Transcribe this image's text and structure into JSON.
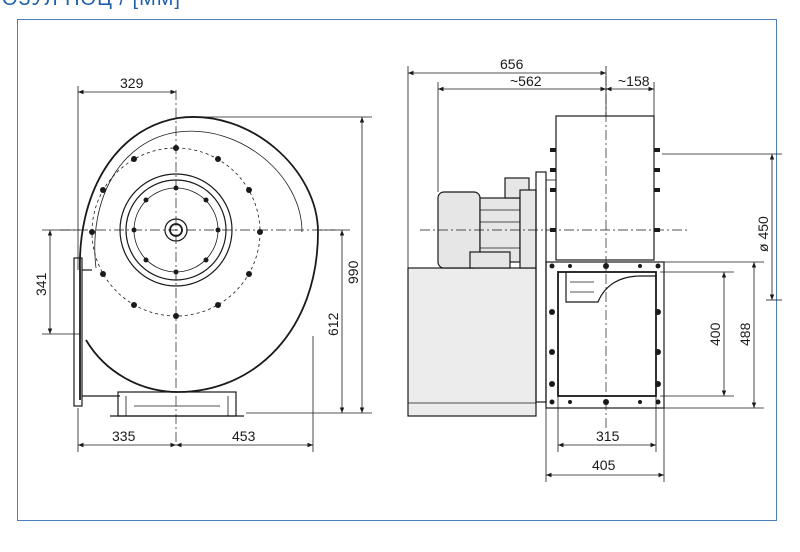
{
  "header": {
    "text": "ОЗУЛ ПОЦ / [ММ]"
  },
  "dimensions": {
    "front_width_top": "329",
    "front_height_left": "341",
    "front_height_total": "990",
    "front_height_outlet": "612",
    "front_width_left": "335",
    "front_width_right": "453",
    "side_total_width": "656",
    "side_width_562": "~562",
    "side_width_158": "~158",
    "inlet_diameter": "ø 450",
    "outlet_inner_height": "400",
    "outlet_outer_height": "488",
    "outlet_inner_width": "315",
    "outlet_outer_width": "405"
  },
  "colors": {
    "frame_border": "#4a7fb8",
    "header": "#1f5fa8",
    "line": "#1a1a1a"
  }
}
